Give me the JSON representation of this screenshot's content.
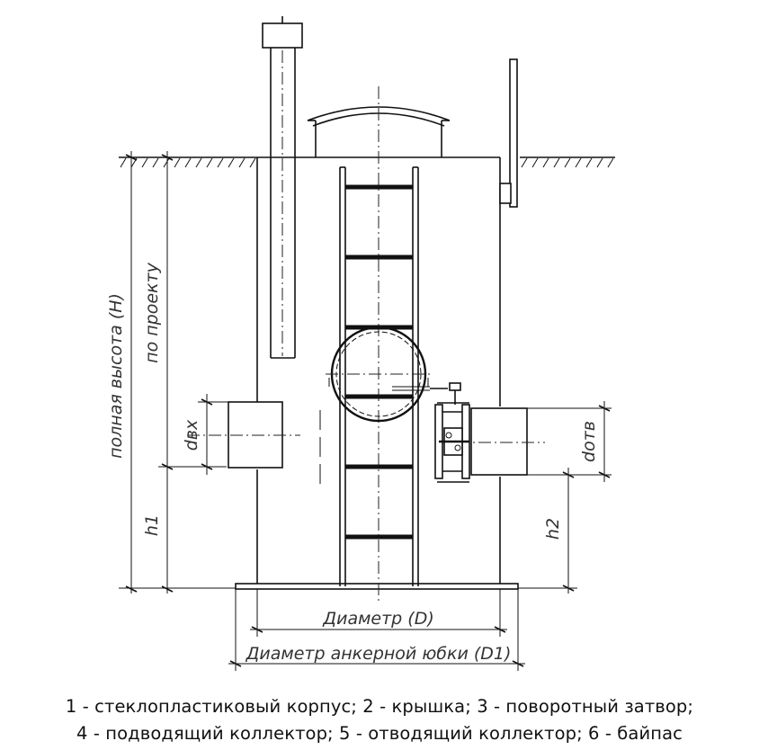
{
  "dimensions": {
    "full_height": "полная высота (H)",
    "by_project": "по проекту",
    "d_in": "dвх",
    "d_out": "dотв",
    "h1": "h1",
    "h2": "h2",
    "diameter": "Диаметр (D)",
    "skirt_diameter": "Диаметр анкерной юбки (D1)"
  },
  "legend": {
    "line1": "1 - стеклопластиковый корпус; 2 - крышка; 3 - поворотный затвор;",
    "line2": "4 - подводящий коллектор; 5 - отводящий коллектор; 6 - байпас"
  }
}
